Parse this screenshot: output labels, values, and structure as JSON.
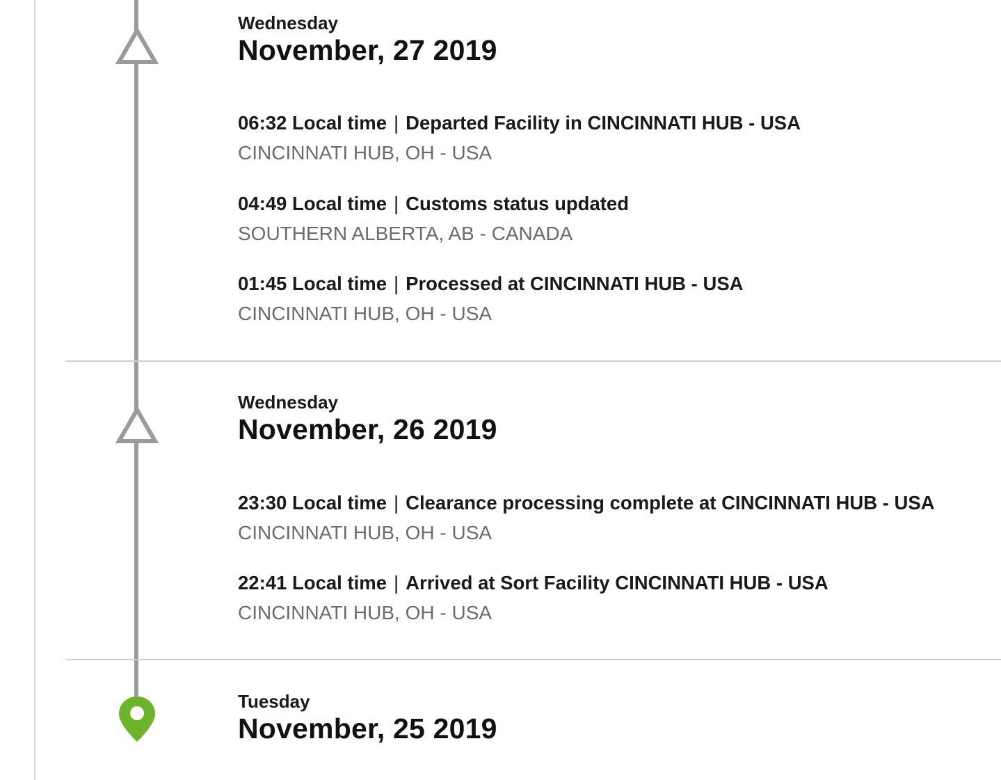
{
  "colors": {
    "timeline": "#9b9b9b",
    "divider": "#cfcfcf",
    "pin": "#6cb42c",
    "location_text": "#6b6b6b"
  },
  "days": [
    {
      "weekday": "Wednesday",
      "date": "November, 27 2019",
      "marker_icon": "triangle-outline-icon",
      "events": [
        {
          "time": "06:32 Local time",
          "separator": "|",
          "description": "Departed Facility in CINCINNATI HUB - USA",
          "location": "CINCINNATI HUB, OH - USA"
        },
        {
          "time": "04:49 Local time",
          "separator": "|",
          "description": "Customs status updated",
          "location": "SOUTHERN ALBERTA, AB - CANADA"
        },
        {
          "time": "01:45 Local time",
          "separator": "|",
          "description": "Processed at CINCINNATI HUB - USA",
          "location": "CINCINNATI HUB, OH - USA"
        }
      ]
    },
    {
      "weekday": "Wednesday",
      "date": "November, 26 2019",
      "marker_icon": "triangle-outline-icon",
      "events": [
        {
          "time": "23:30 Local time",
          "separator": "|",
          "description": "Clearance processing complete at CINCINNATI HUB - USA",
          "location": "CINCINNATI HUB, OH - USA"
        },
        {
          "time": "22:41 Local time",
          "separator": "|",
          "description": "Arrived at Sort Facility CINCINNATI HUB - USA",
          "location": "CINCINNATI HUB, OH - USA"
        }
      ]
    },
    {
      "weekday": "Tuesday",
      "date": "November, 25 2019",
      "marker_icon": "location-pin-icon",
      "events": []
    }
  ]
}
